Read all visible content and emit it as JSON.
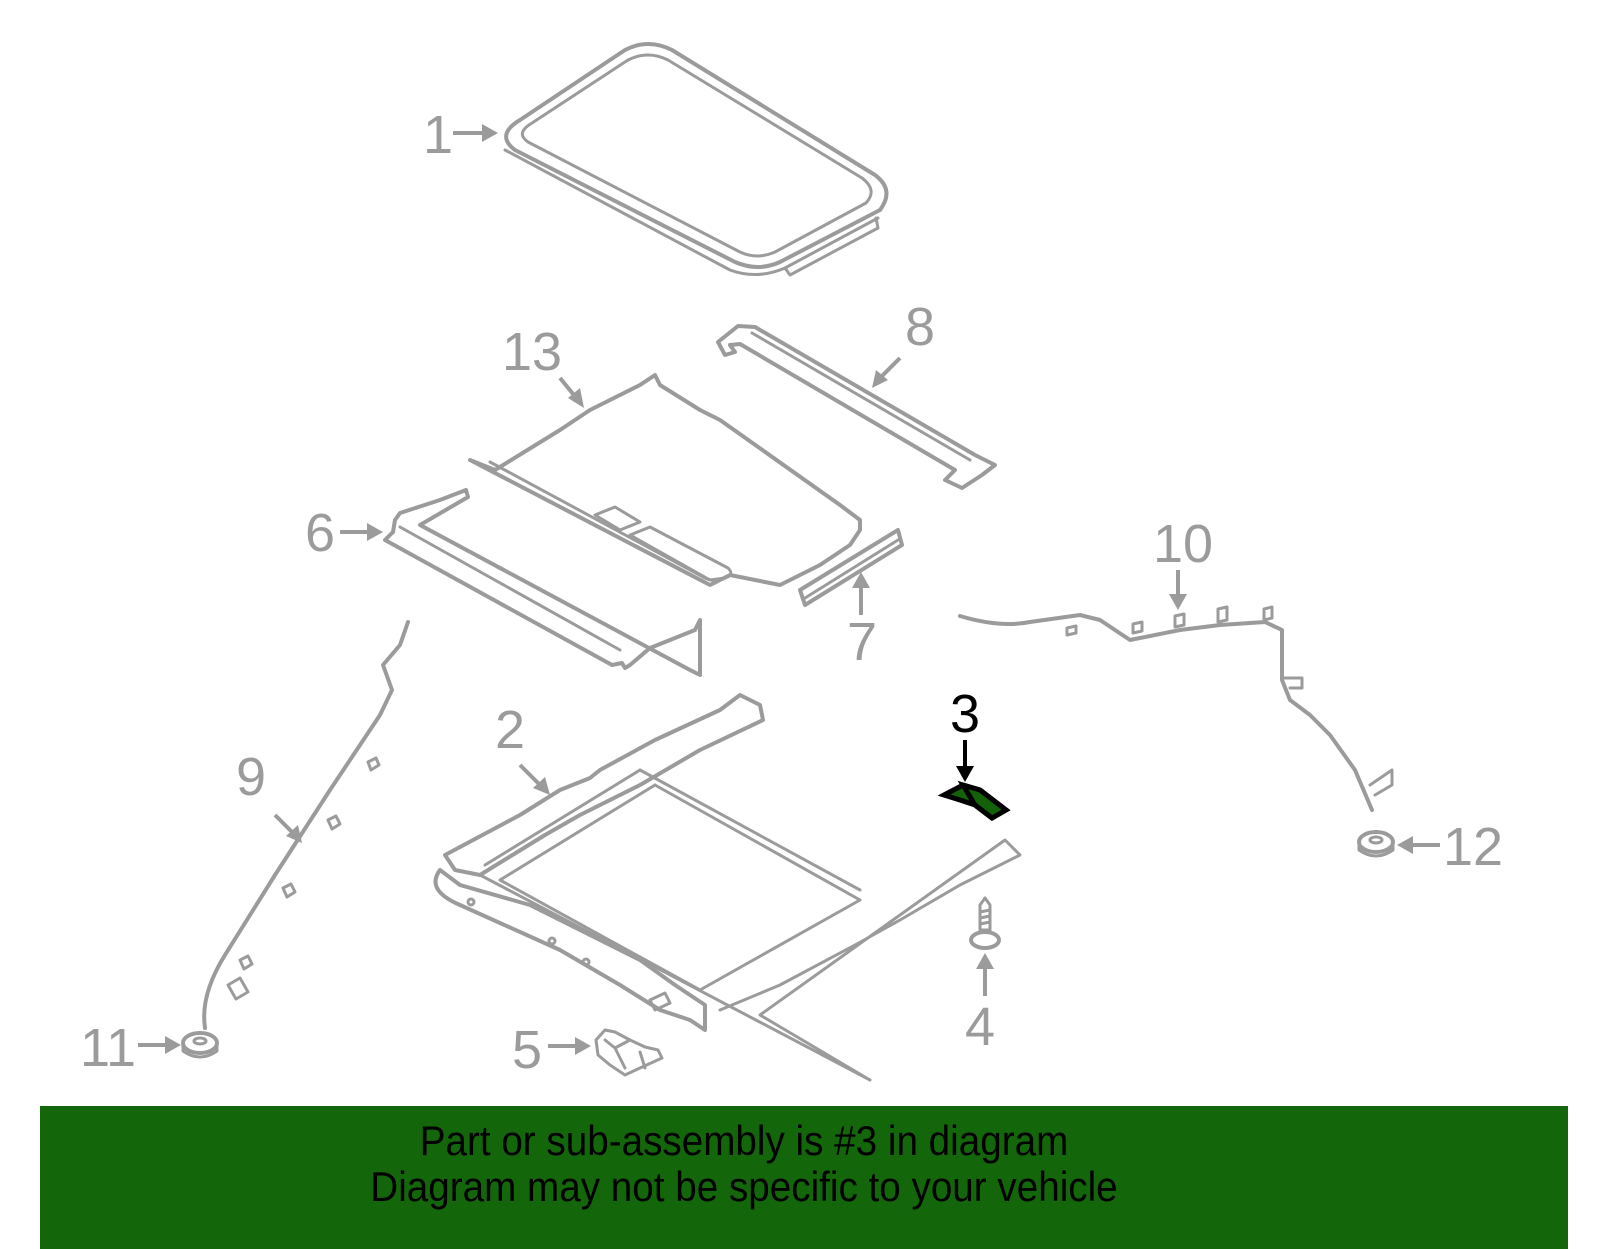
{
  "diagram": {
    "highlighted_part": "3",
    "highlight_color": "#13620a",
    "parts": [
      {
        "number": "1",
        "name": "glass-panel"
      },
      {
        "number": "2",
        "name": "sunroof-frame"
      },
      {
        "number": "3",
        "name": "bracket",
        "highlighted": true
      },
      {
        "number": "4",
        "name": "screw"
      },
      {
        "number": "5",
        "name": "motor"
      },
      {
        "number": "6",
        "name": "front-trim"
      },
      {
        "number": "7",
        "name": "deflector-strip"
      },
      {
        "number": "8",
        "name": "rear-trim"
      },
      {
        "number": "9",
        "name": "left-drain-hose"
      },
      {
        "number": "10",
        "name": "right-drain-hose"
      },
      {
        "number": "11",
        "name": "left-grommet"
      },
      {
        "number": "12",
        "name": "right-grommet"
      },
      {
        "number": "13",
        "name": "sunshade"
      }
    ],
    "labels": {
      "p1": "1",
      "p2": "2",
      "p3": "3",
      "p4": "4",
      "p5": "5",
      "p6": "6",
      "p7": "7",
      "p8": "8",
      "p9": "9",
      "p10": "10",
      "p11": "11",
      "p12": "12",
      "p13": "13"
    }
  },
  "banner": {
    "line1": "Part or sub-assembly is #3 in diagram",
    "line2": "Diagram may not be specific to your vehicle",
    "background_color": "#13670a"
  }
}
